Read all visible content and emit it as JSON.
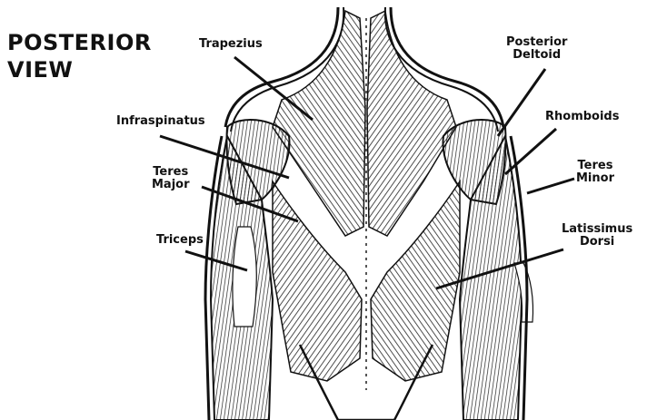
{
  "title": {
    "line1": "POSTERIOR",
    "line2": "VIEW"
  },
  "labels": {
    "trapezius": "Trapezius",
    "posterior_deltoid": {
      "line1": "Posterior",
      "line2": "Deltoid"
    },
    "infraspinatus": "Infraspinatus",
    "rhomboids": "Rhomboids",
    "teres_major": {
      "line1": "Teres",
      "line2": "Major"
    },
    "teres_minor": {
      "line1": "Teres",
      "line2": "Minor"
    },
    "triceps": "Triceps",
    "latissimus_dorsi": {
      "line1": "Latissimus",
      "line2": "Dorsi"
    }
  },
  "colors": {
    "ink": "#111111",
    "paper": "#ffffff",
    "shade": "#cfcfcf"
  }
}
